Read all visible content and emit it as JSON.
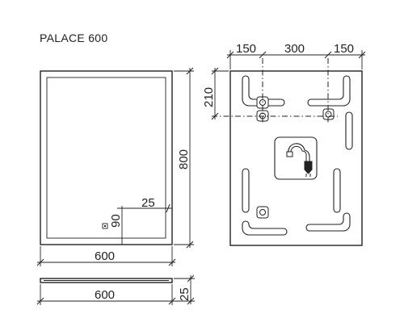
{
  "title": "PALACE 600",
  "front_view": {
    "width_label": "600",
    "height_label": "800",
    "switch_offset_side_label": "25",
    "switch_offset_bottom_label": "90"
  },
  "rear_view": {
    "left_margin_label": "150",
    "center_span_label": "300",
    "right_margin_label": "150",
    "top_offset_label": "210"
  },
  "side_view": {
    "width_label": "600",
    "depth_label": "25"
  },
  "colors": {
    "line": "#222222",
    "background": "#ffffff"
  }
}
